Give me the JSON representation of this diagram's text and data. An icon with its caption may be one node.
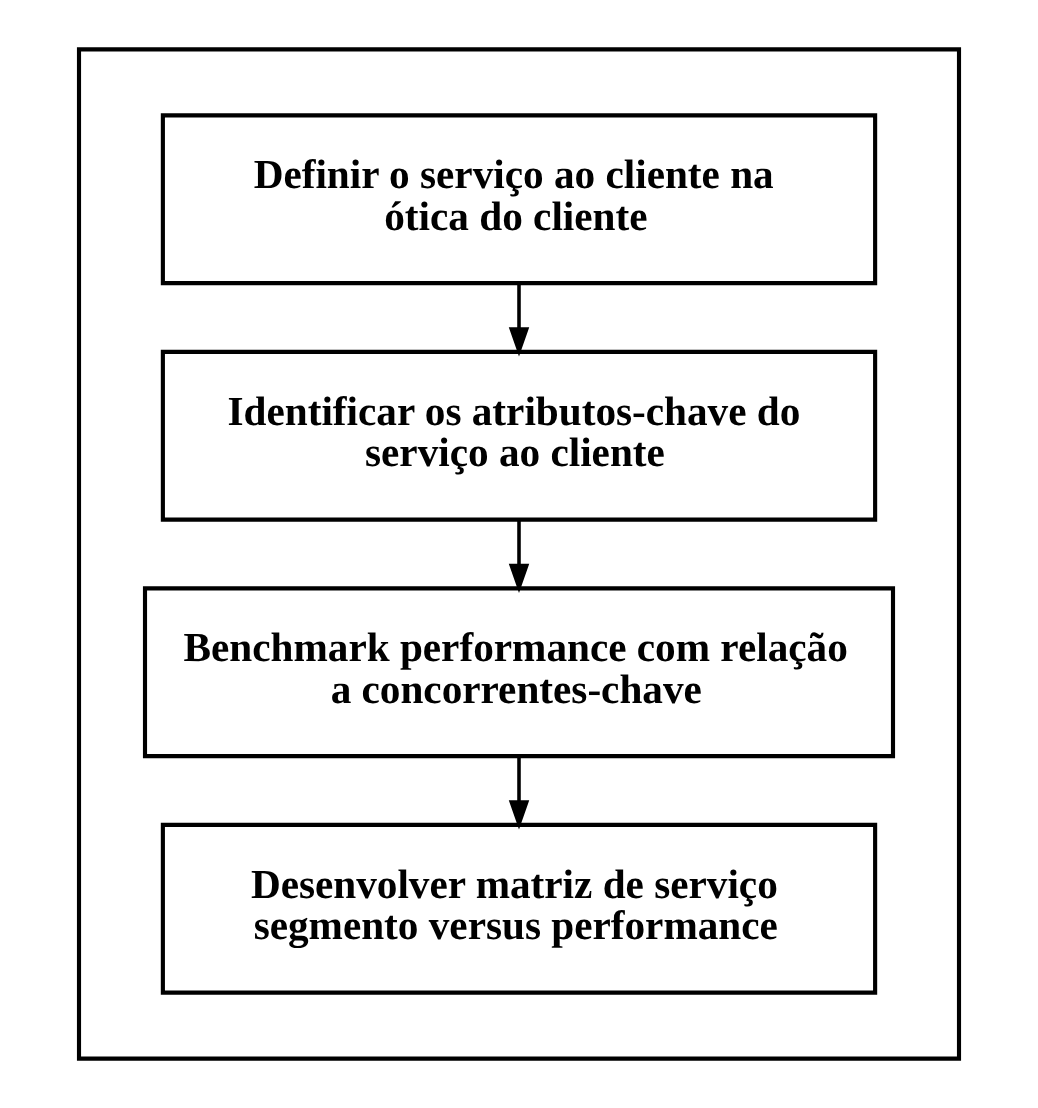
{
  "diagram": {
    "nodes": [
      {
        "text": [],
        "shape": "box"
      },
      {
        "text": [
          "Definir o serviço ao cliente na ótica do cliente"
        ],
        "in": 0
      },
      {
        "text": [
          "Identificar os atributos-chave do serviço ao cliente"
        ],
        "in": 0
      },
      {
        "text": [
          "Benchmark performance com relação a concorrentes-chave"
        ],
        "in": 0
      },
      {
        "text": [
          "Desenvolver matriz de serviço segmento versus performance"
        ],
        "in": 0
      }
    ],
    "edges": [
      {
        "from": 1,
        "to": 2,
        "arrow": "to"
      },
      {
        "from": 2,
        "to": 3,
        "arrow": "to"
      },
      {
        "from": 3,
        "to": 4,
        "arrow": "to"
      }
    ]
  }
}
